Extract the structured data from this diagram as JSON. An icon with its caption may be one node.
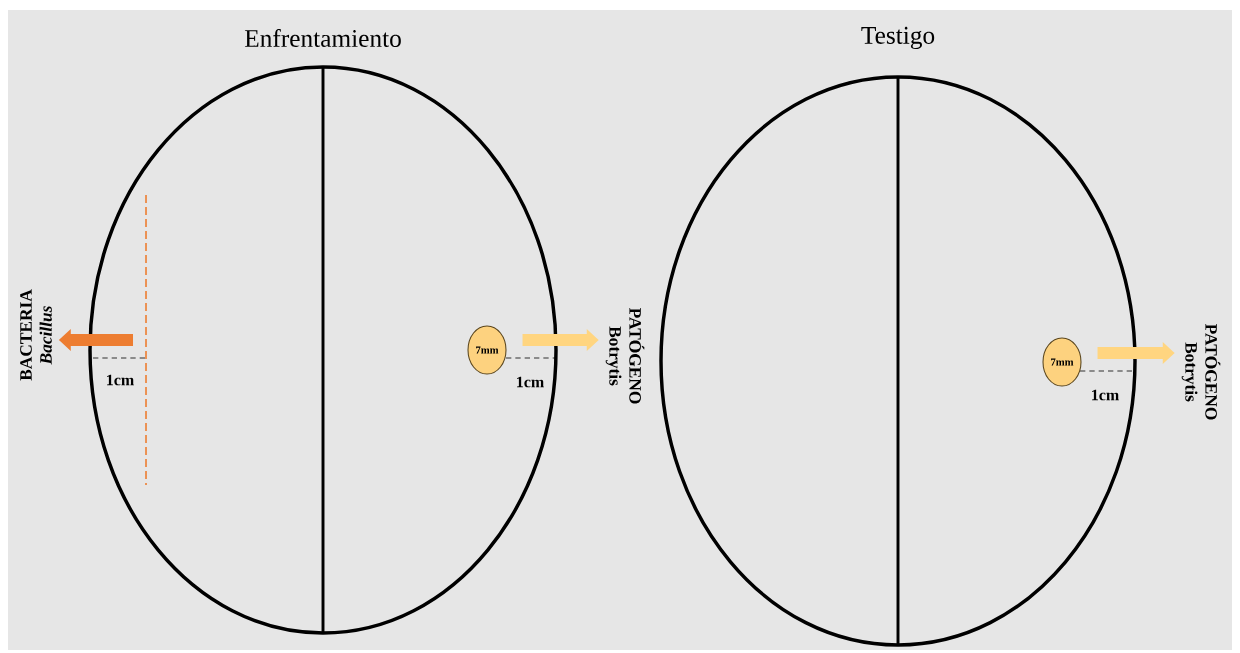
{
  "diagram": {
    "nodes": [
      {
        "text": [
          "Enfrentamiento"
        ]
      },
      {
        "text": [
          "Testigo"
        ]
      },
      {
        "text": [
          "BACTERIA",
          "Bacillus"
        ]
      },
      {
        "text": [
          "7mm"
        ],
        "in": 0
      },
      {
        "text": [
          "PATÓGENO",
          "Botrytis"
        ]
      },
      {
        "text": [
          "7mm"
        ],
        "in": 1
      },
      {
        "text": [
          "PATÓGENO",
          "Botrytis"
        ]
      }
    ],
    "edges": [
      {
        "from": null,
        "to": 2,
        "arrow": "to",
        "color": "#ed7d31"
      },
      {
        "from": 3,
        "to": 4,
        "arrow": "to",
        "color": "#ffd580"
      },
      {
        "from": 5,
        "to": 6,
        "arrow": "to",
        "color": "#ffd580"
      }
    ],
    "labels": [
      "1cm",
      "1cm",
      "1cm"
    ]
  }
}
